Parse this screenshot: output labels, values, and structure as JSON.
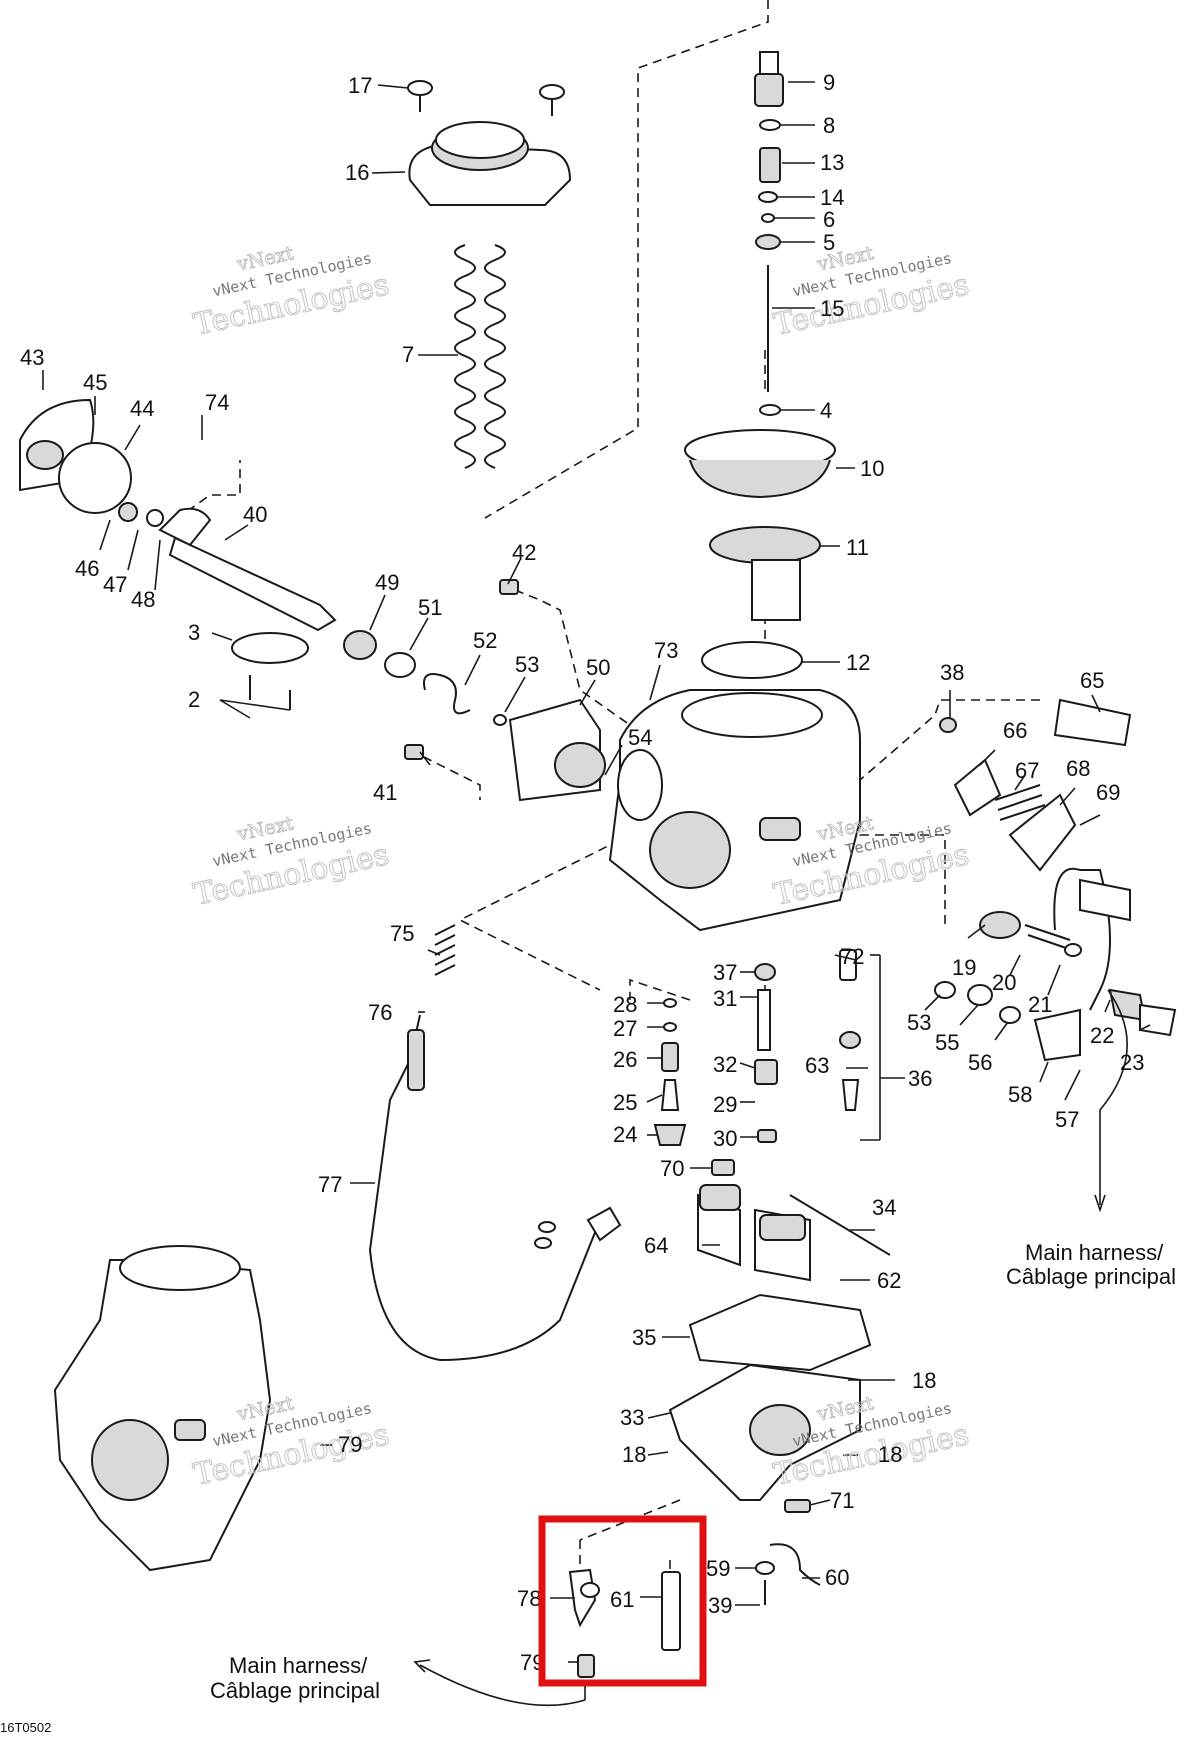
{
  "diagram_code": "16T0502",
  "watermark": {
    "line1": "vNext",
    "line2": "vNext Technologies",
    "line3": "Technologies"
  },
  "notes": {
    "right_main_harness": [
      "Main harness/",
      "Câblage principal"
    ],
    "bottom_main_harness": [
      "Main harness/",
      "Câblage principal"
    ]
  },
  "callouts": [
    "2",
    "3",
    "4",
    "5",
    "6",
    "7",
    "8",
    "9",
    "10",
    "11",
    "12",
    "13",
    "14",
    "15",
    "16",
    "17",
    "18",
    "18",
    "18",
    "19",
    "20",
    "21",
    "22",
    "23",
    "24",
    "25",
    "26",
    "27",
    "28",
    "29",
    "30",
    "31",
    "32",
    "33",
    "34",
    "35",
    "36",
    "37",
    "38",
    "39",
    "40",
    "41",
    "42",
    "43",
    "44",
    "45",
    "46",
    "47",
    "48",
    "49",
    "50",
    "51",
    "52",
    "53",
    "53",
    "54",
    "55",
    "56",
    "57",
    "58",
    "59",
    "60",
    "61",
    "62",
    "63",
    "64",
    "65",
    "66",
    "67",
    "68",
    "69",
    "70",
    "71",
    "72",
    "73",
    "74",
    "75",
    "76",
    "77",
    "78",
    "79",
    "79"
  ],
  "highlight": {
    "color": "#e01010",
    "contains": [
      "78",
      "61",
      "79"
    ]
  }
}
